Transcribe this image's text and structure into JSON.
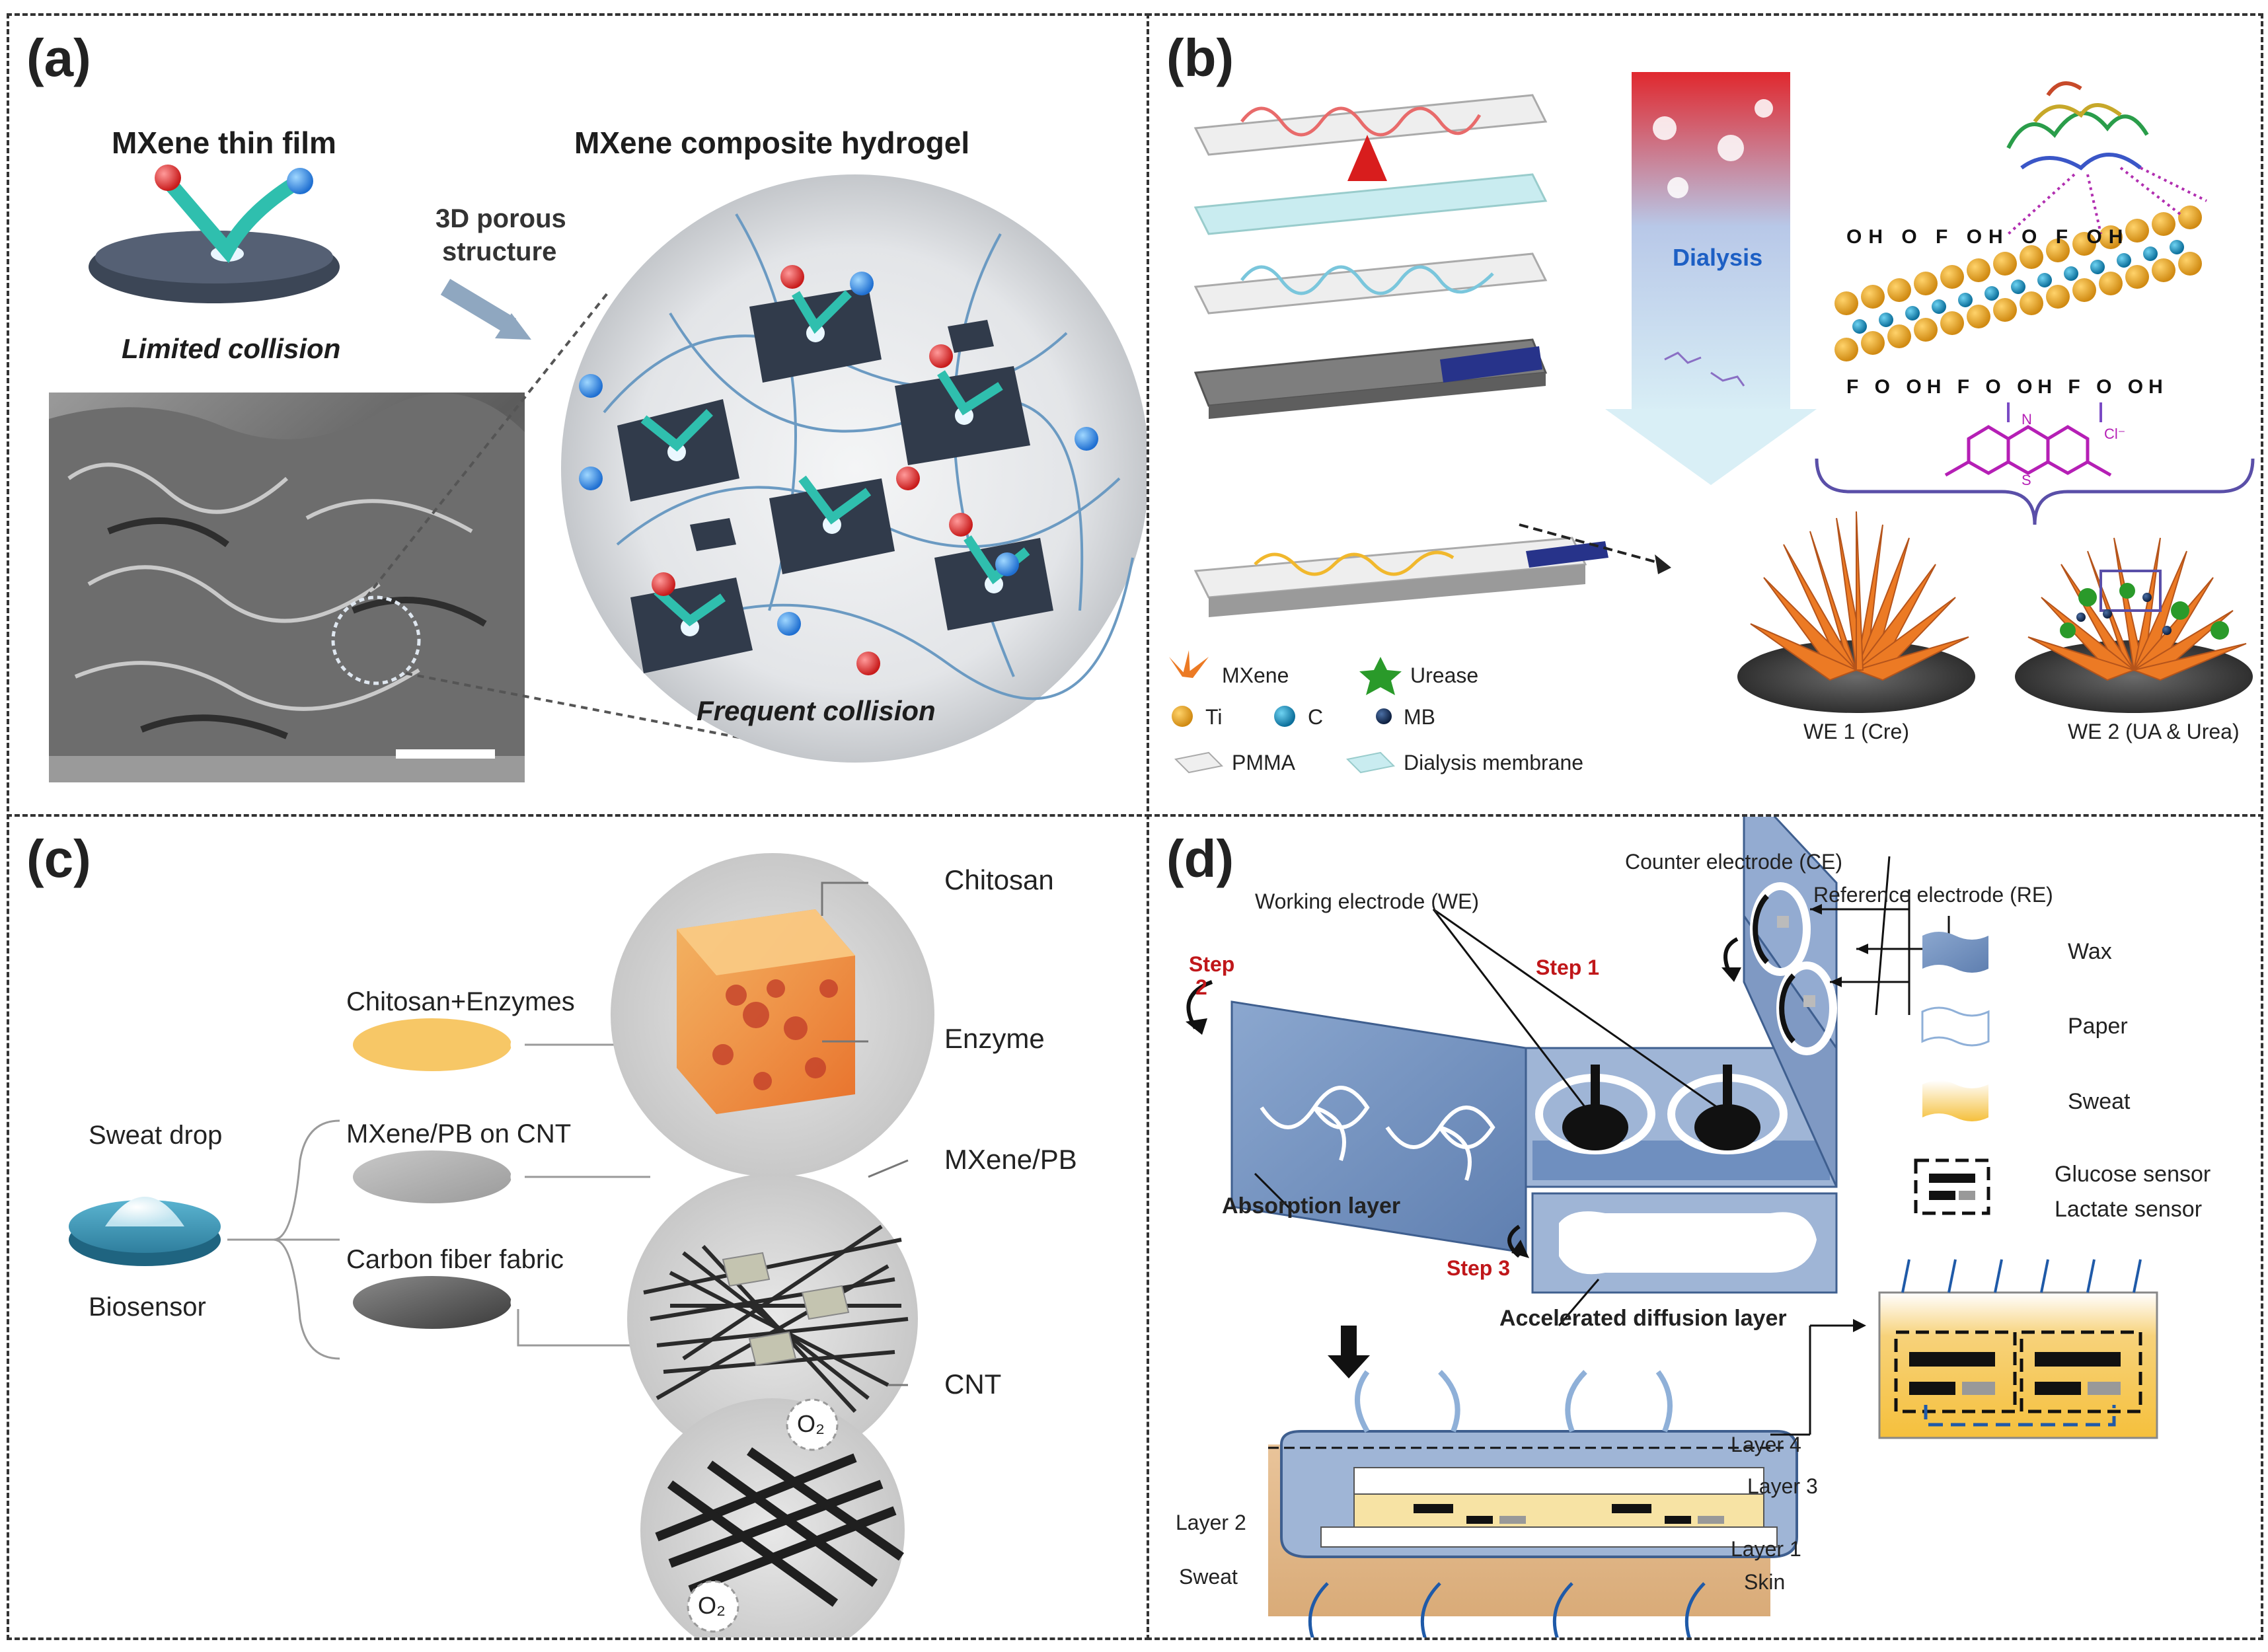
{
  "panels": {
    "a": {
      "label": "(a)",
      "film_title": "MXene thin film",
      "film_caption": "Limited collision",
      "arrow_label_1": "3D porous",
      "arrow_label_2": "structure",
      "hydrogel_title": "MXene composite hydrogel",
      "hydrogel_caption": "Frequent collision"
    },
    "b": {
      "label": "(b)",
      "dialysis": "Dialysis",
      "top_groups": [
        "OH",
        "O",
        "F",
        "OH",
        "O",
        "F",
        "OH"
      ],
      "bottom_groups": [
        "F",
        "O",
        "OH",
        "F",
        "O",
        "OH",
        "F",
        "O",
        "OH"
      ],
      "cl": "Cl⁻",
      "n": "N",
      "s": "S",
      "legend": {
        "mxene": "MXene",
        "urease": "Urease",
        "ti": "Ti",
        "c": "C",
        "mb": "MB",
        "pmma": "PMMA",
        "dialysis_membrane": "Dialysis membrane"
      },
      "we1": "WE 1 (Cre)",
      "we2": "WE 2 (UA & Urea)"
    },
    "c": {
      "label": "(c)",
      "sweat_drop": "Sweat drop",
      "biosensor": "Biosensor",
      "layer1": "Chitosan+Enzymes",
      "layer2": "MXene/PB on CNT",
      "layer3": "Carbon fiber fabric",
      "chitosan": "Chitosan",
      "enzyme": "Enzyme",
      "mxene_pb": "MXene/PB",
      "cnt": "CNT",
      "o2_top": "O₂",
      "o2_bottom": "O₂"
    },
    "d": {
      "label": "(d)",
      "counter_electrode": "Counter electrode (CE)",
      "reference_electrode": "Reference electrode (RE)",
      "working_electrode": "Working electrode (WE)",
      "step1": "Step 1",
      "step2_a": "Step",
      "step2_b": "2",
      "step3": "Step 3",
      "absorption_layer": "Absorption layer",
      "accelerated_layer": "Accelerated diffusion layer",
      "legend": {
        "wax": "Wax",
        "paper": "Paper",
        "sweat": "Sweat",
        "glucose": "Glucose sensor",
        "lactate": "Lactate sensor"
      },
      "layer4": "Layer 4",
      "layer3": "Layer 3",
      "layer2": "Layer 2",
      "layer1": "Layer 1",
      "sweat": "Sweat",
      "skin": "Skin"
    }
  }
}
